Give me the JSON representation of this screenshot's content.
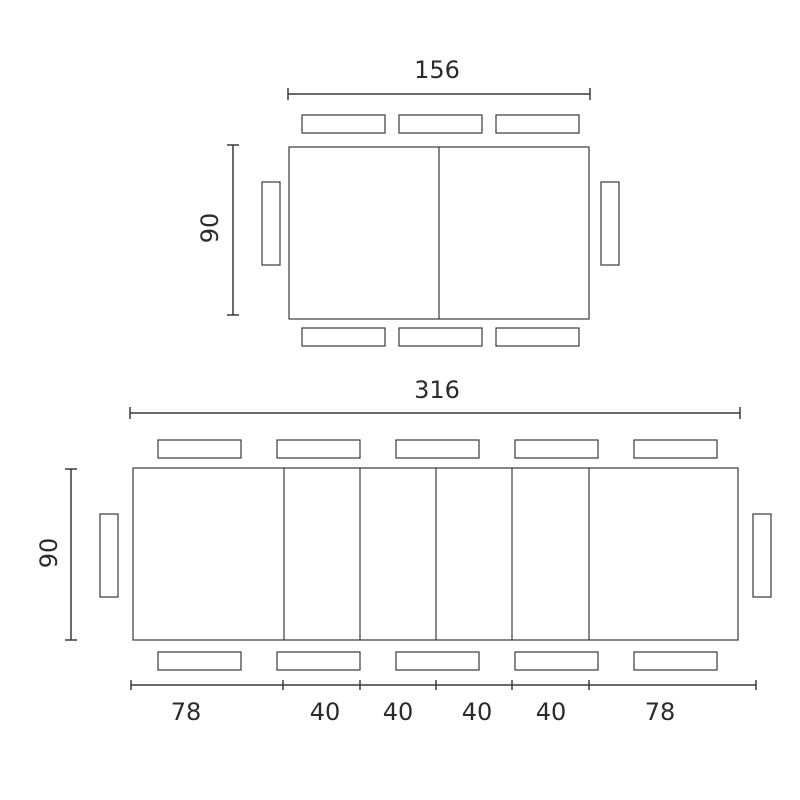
{
  "closed_table": {
    "width_label": "156",
    "depth_label": "90"
  },
  "extended_table": {
    "width_label": "316",
    "depth_label": "90",
    "segment_labels": [
      "78",
      "40",
      "40",
      "40",
      "40",
      "78"
    ]
  },
  "colors": {
    "line": "#3a3a3a",
    "text": "#2b2b2b",
    "background": "#ffffff"
  }
}
